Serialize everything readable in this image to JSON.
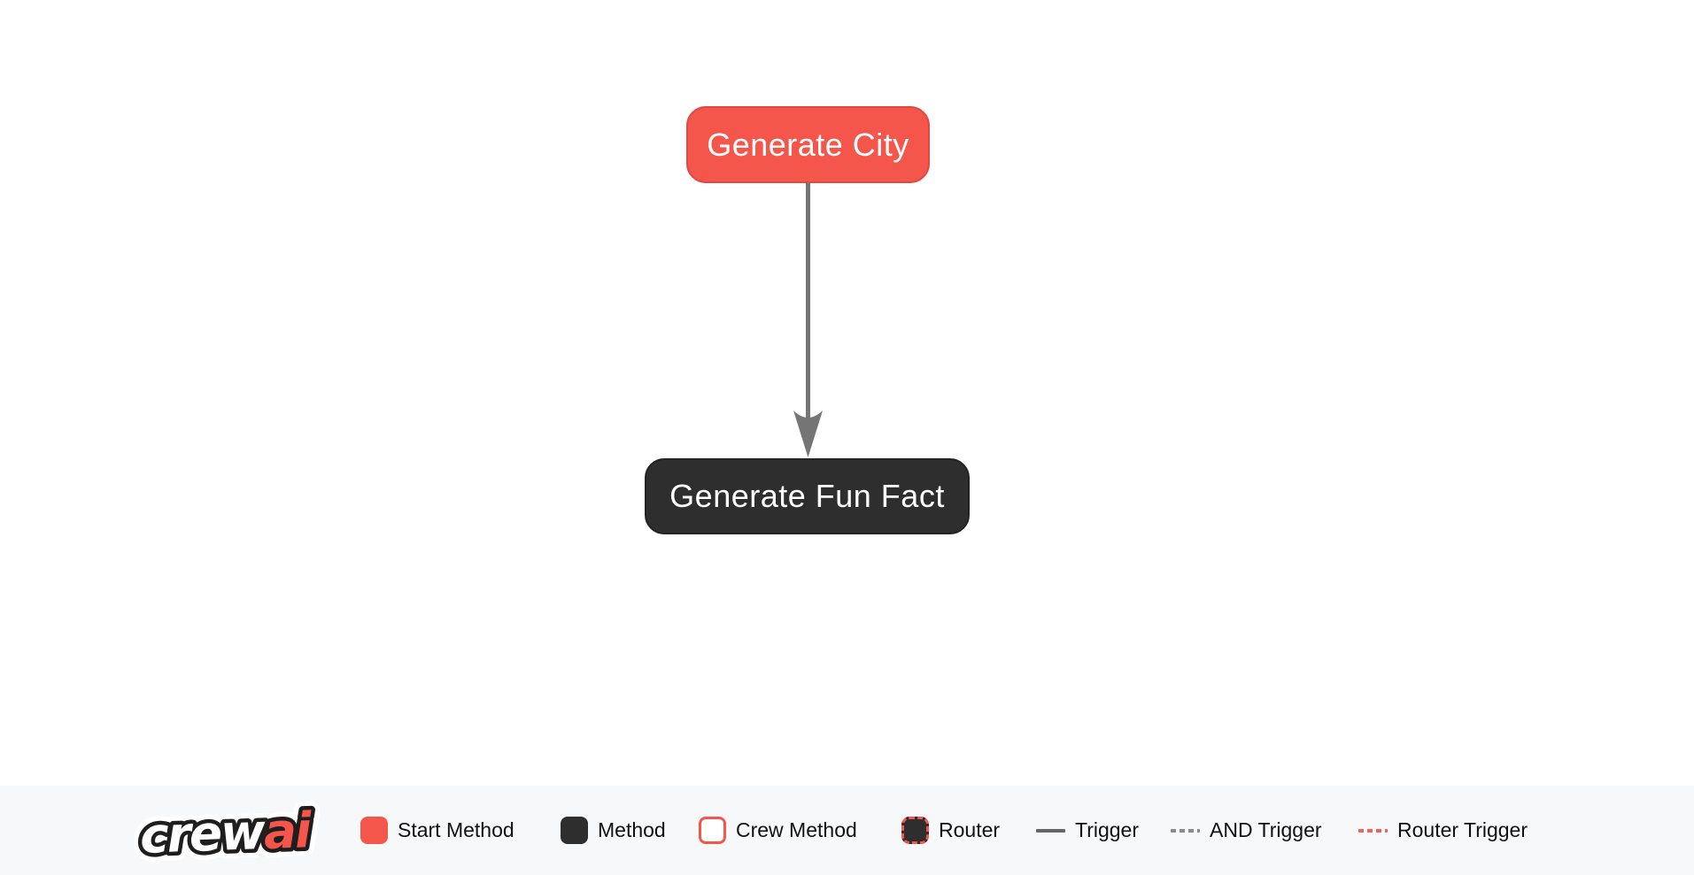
{
  "flow": {
    "nodes": [
      {
        "id": "generate-city",
        "label": "Generate City",
        "type": "start-method",
        "bg": "#F5564B",
        "border": "#E0493F",
        "text_color": "#FFFFFF"
      },
      {
        "id": "generate-fun-fact",
        "label": "Generate Fun Fact",
        "type": "method",
        "bg": "#2E2E2E",
        "border": "#232323",
        "text_color": "#FFFFFF"
      }
    ],
    "edges": [
      {
        "from": "generate-city",
        "to": "generate-fun-fact",
        "type": "trigger",
        "color": "#757575"
      }
    ]
  },
  "footer": {
    "logo": {
      "crew": "crew",
      "ai": "ai",
      "colors": {
        "crew_fill": "#FFFFFF",
        "ai_fill": "#F5554A",
        "outline": "#1E1E1E"
      }
    },
    "legend": [
      {
        "label": "Start Method",
        "swatch": "solid-red-square"
      },
      {
        "label": "Method",
        "swatch": "solid-dark-square"
      },
      {
        "label": "Crew Method",
        "swatch": "white-square-red-border"
      },
      {
        "label": "Router",
        "swatch": "dark-square-red-dashed-border"
      },
      {
        "label": "Trigger",
        "swatch": "solid-gray-line"
      },
      {
        "label": "AND Trigger",
        "swatch": "dashed-gray-line"
      },
      {
        "label": "Router Trigger",
        "swatch": "dashed-red-line"
      }
    ],
    "colors": {
      "accent_red": "#F5554A",
      "dark": "#2E2E2E",
      "trigger_gray": "#666666",
      "footer_bg": "#F7F8FA",
      "text": "#111111"
    }
  }
}
